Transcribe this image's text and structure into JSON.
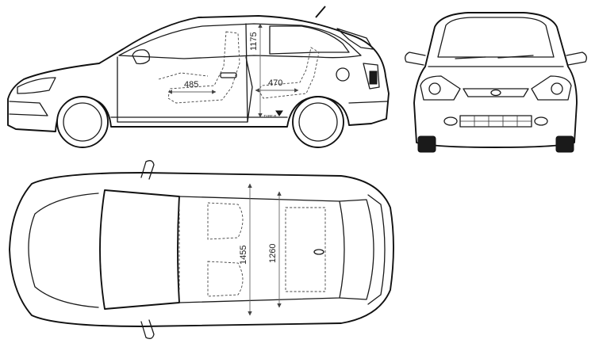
{
  "diagram": {
    "views": [
      "side",
      "front",
      "top"
    ],
    "dimensions": {
      "front_seat_length": "485",
      "rear_seat_length": "470",
      "interior_height": "1175",
      "interior_width_front": "1455",
      "interior_width_rear": "1260"
    },
    "badge_text": "TYPE R",
    "line_color": "#1a1a1a",
    "background_color": "#ffffff"
  }
}
